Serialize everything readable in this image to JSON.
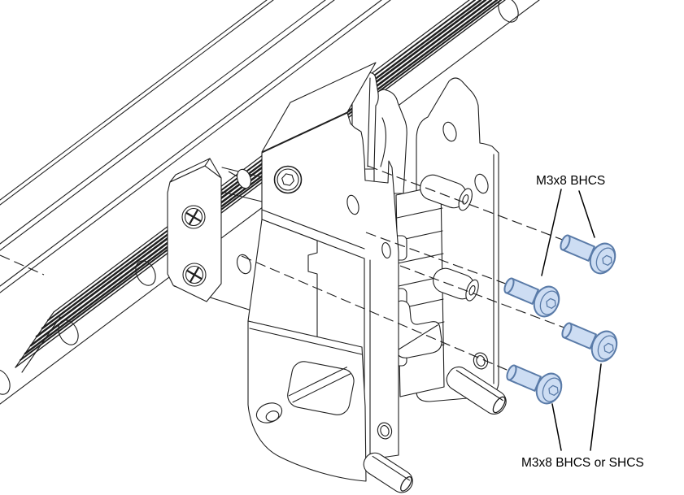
{
  "theme": {
    "bg": "#ffffff",
    "line": "#1f1f1f",
    "screw-fill": "#cdddf3",
    "screw-stroke": "#5a7ba8"
  },
  "labels": {
    "top_callout": "M3x8 BHCS",
    "bottom_callout": "M3x8 BHCS or SHCS"
  },
  "parts": {
    "rail": "linear-rail",
    "spacer": "rail-spacer-block",
    "spacer_screws": {
      "type": "phillips-pan-head-screw",
      "count": 2
    },
    "front_bracket": "front-mount-bracket",
    "rear_plate": "rear-mount-plate",
    "bosses": {
      "type": "cylindrical-boss",
      "count": 2
    },
    "fasteners": {
      "type": "M3x8 button head cap screw",
      "count": 4
    }
  }
}
